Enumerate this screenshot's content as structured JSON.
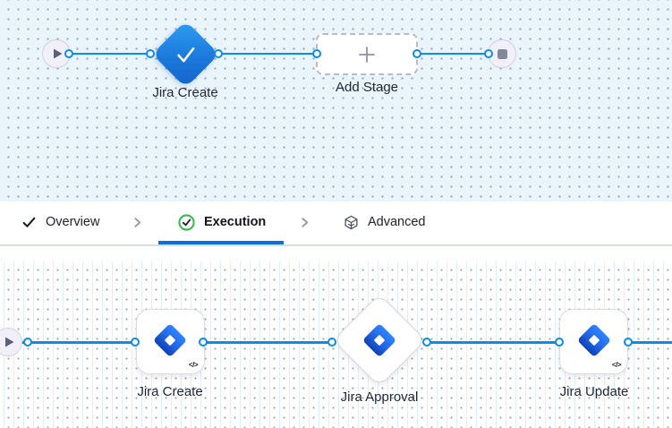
{
  "top_pipeline": {
    "stage": {
      "label": "Jira Create",
      "status": "success"
    },
    "add_stage": {
      "label": "Add Stage"
    }
  },
  "tab_bar": {
    "tabs": [
      {
        "label": "Overview",
        "icon": "check",
        "active": false
      },
      {
        "label": "Execution",
        "icon": "check-circle",
        "active": true
      },
      {
        "label": "Advanced",
        "icon": "cube",
        "active": false
      }
    ],
    "separator_icon": "chevron-right"
  },
  "bottom_pipeline": {
    "steps": [
      {
        "label": "Jira Create",
        "shape": "rounded-square",
        "logo": "jira",
        "has_code_icon": true
      },
      {
        "label": "Jira Approval",
        "shape": "diamond",
        "logo": "jira",
        "has_code_icon": false
      },
      {
        "label": "Jira Update",
        "shape": "rounded-square",
        "logo": "jira",
        "has_code_icon": true
      }
    ],
    "code_icon_label": "</>"
  },
  "icons": {
    "start_node": "play",
    "end_node": "stop",
    "stage_status": "check",
    "add_stage": "plus",
    "step_logo": "jira",
    "template": "code"
  },
  "colors": {
    "connector_line": "#0b8ce8",
    "canvas_top_bg": "#eaf5fb",
    "canvas_bottom_bg": "#ffffff",
    "stage_diamond_gradient": [
      "#2f9ef0",
      "#1463c8"
    ],
    "tab_underline": "#0d6fd1",
    "execution_check_green": "#3cb94f",
    "jira_blue": "#2e86ff",
    "jira_dark_blue": "#0d42b5",
    "label_text": "#1e2734"
  }
}
